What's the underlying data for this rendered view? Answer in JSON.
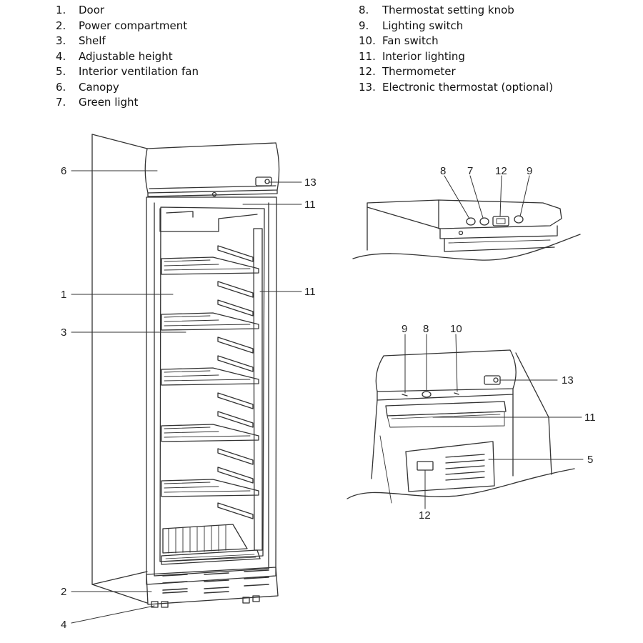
{
  "legend_left": [
    {
      "num": "1.",
      "label": "Door"
    },
    {
      "num": "2.",
      "label": "Power compartment"
    },
    {
      "num": "3.",
      "label": "Shelf"
    },
    {
      "num": "4.",
      "label": "Adjustable height"
    },
    {
      "num": "5.",
      "label": "Interior ventilation fan"
    },
    {
      "num": "6.",
      "label": "Canopy"
    },
    {
      "num": "7.",
      "label": "Green light"
    }
  ],
  "legend_right": [
    {
      "num": "8.",
      "label": "Thermostat setting knob"
    },
    {
      "num": "9.",
      "label": "Lighting switch"
    },
    {
      "num": "10.",
      "label": "Fan switch"
    },
    {
      "num": "11.",
      "label": "Interior lighting"
    },
    {
      "num": "12.",
      "label": "Thermometer"
    },
    {
      "num": "13.",
      "label": "Electronic thermostat (optional)"
    }
  ],
  "main_callouts": {
    "c6": "6",
    "c13": "13",
    "c11_top": "11",
    "c1": "1",
    "c11_side": "11",
    "c3": "3",
    "c2": "2",
    "c4": "4"
  },
  "detail_top_callouts": {
    "c8": "8",
    "c7": "7",
    "c12": "12",
    "c9": "9"
  },
  "detail_bottom_callouts": {
    "c9": "9",
    "c8": "8",
    "c10": "10",
    "c13": "13",
    "c11": "11",
    "c5": "5",
    "c12": "12"
  }
}
